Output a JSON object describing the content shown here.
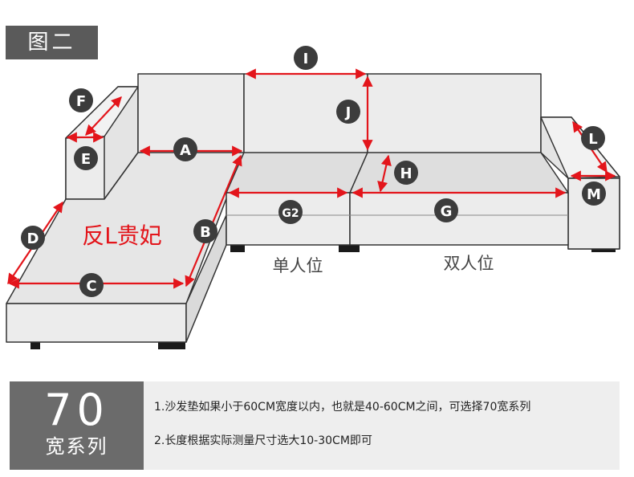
{
  "title_tag": "图二",
  "callouts": {
    "I": "I",
    "J": "J",
    "F": "F",
    "E": "E",
    "A": "A",
    "H": "H",
    "L": "L",
    "M": "M",
    "D": "D",
    "B": "B",
    "C": "C",
    "G2": "G2",
    "G": "G"
  },
  "sofa_name": "反L贵妃",
  "seat_labels": {
    "single": "单人位",
    "double": "双人位"
  },
  "series": {
    "number": "70",
    "label": "宽系列"
  },
  "notes": [
    "1.沙发垫如果小于60CM宽度以内，也就是40-60CM之间，可选择70宽系列",
    "2.长度根据实际测量尺寸选大10-30CM即可"
  ],
  "colors": {
    "measure_line": "#e3151b",
    "callout_circle": "#3c3c3c",
    "sofa_fill": "#ececec",
    "sofa_top": "#dedede",
    "sofa_edge": "#333333",
    "leg": "#1a1a1a",
    "panel_dark": "#6b6b6b",
    "panel_light": "#eeeeee"
  }
}
